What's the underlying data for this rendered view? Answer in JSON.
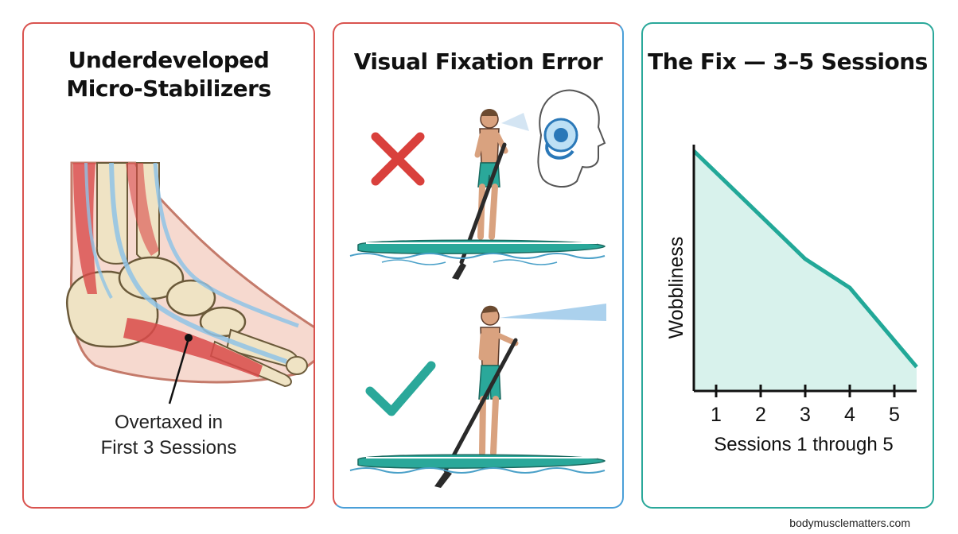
{
  "panels": {
    "left": {
      "title_line1": "Underdeveloped",
      "title_line2": "Micro-Stabilizers",
      "callout_line1": "Overtaxed in",
      "callout_line2": "First 3 Sessions",
      "colors": {
        "border": "#d9534f",
        "muscle": "#d94a4a",
        "bone": "#efe3c4",
        "tendon": "#a9cfe8"
      }
    },
    "middle": {
      "title": "Visual Fixation Error",
      "wrong_icon": "x-mark-icon",
      "right_icon": "checkmark-icon",
      "inner_ear_icon": "inner-ear-icon",
      "colors": {
        "wrong": "#d9403c",
        "right": "#2aa89a",
        "board": "#2aa89a",
        "shorts": "#2aa89a"
      }
    },
    "right": {
      "title": "The Fix — 3–5 Sessions",
      "colors": {
        "line": "#22a898",
        "fill": "#d8f2ec",
        "border": "#2aa89a"
      }
    }
  },
  "chart_data": {
    "type": "area",
    "title": "The Fix — 3–5 Sessions",
    "xlabel": "Sessions 1 through 5",
    "ylabel": "Wobbliness",
    "x": [
      "1",
      "2",
      "3",
      "4",
      "5"
    ],
    "series": [
      {
        "values": [
          [
            0.5,
            100
          ],
          [
            3,
            55
          ],
          [
            4,
            43
          ],
          [
            5.5,
            10
          ]
        ]
      }
    ],
    "xlim": [
      0.5,
      5.5
    ],
    "ylim": [
      0,
      100
    ],
    "grid": false,
    "legend": "none"
  },
  "footer": {
    "source": "bodymusclematters.com"
  }
}
